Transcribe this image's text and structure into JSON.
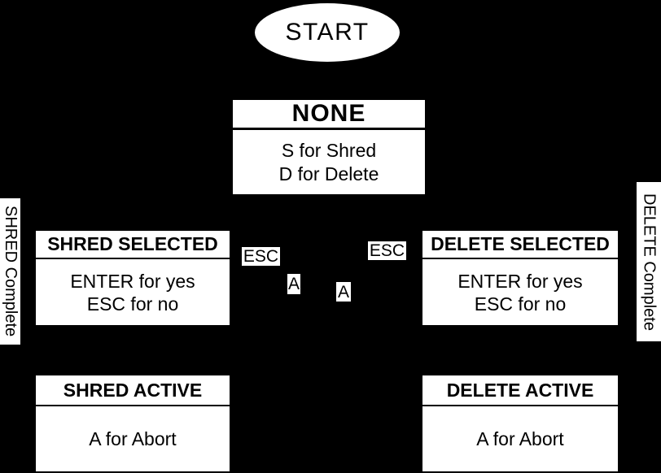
{
  "colors": {
    "background": "#000000",
    "node_fill": "#ffffff",
    "text": "#000000"
  },
  "start_node": {
    "label": "START"
  },
  "nodes": {
    "none": {
      "title": "NONE",
      "body": [
        "S for Shred",
        "D for Delete"
      ]
    },
    "shred_selected": {
      "title": "SHRED SELECTED",
      "body": [
        "ENTER for yes",
        "ESC for no"
      ]
    },
    "delete_selected": {
      "title": "DELETE SELECTED",
      "body": [
        "ENTER for yes",
        "ESC for no"
      ]
    },
    "shred_active": {
      "title": "SHRED ACTIVE",
      "body": [
        "A for Abort"
      ]
    },
    "delete_active": {
      "title": "DELETE ACTIVE",
      "body": [
        "A for Abort"
      ]
    }
  },
  "edge_labels": {
    "esc_left": "ESC",
    "esc_right": "ESC",
    "abort_left": "A",
    "abort_right": "A"
  },
  "side_labels": {
    "left": "SHRED Complete",
    "right": "DELETE Complete"
  }
}
